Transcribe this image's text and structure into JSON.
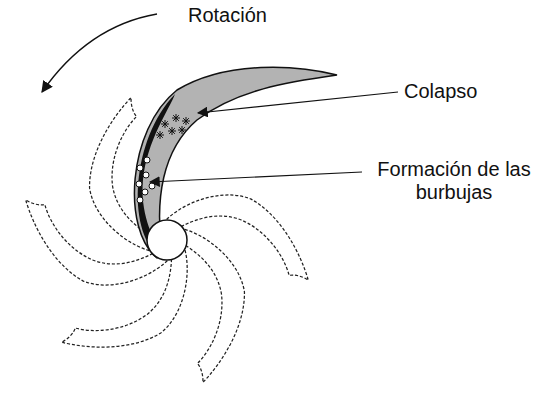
{
  "diagram": {
    "labels": [
      "Rotación",
      "Colapso",
      "Formación de las burbujas"
    ]
  }
}
